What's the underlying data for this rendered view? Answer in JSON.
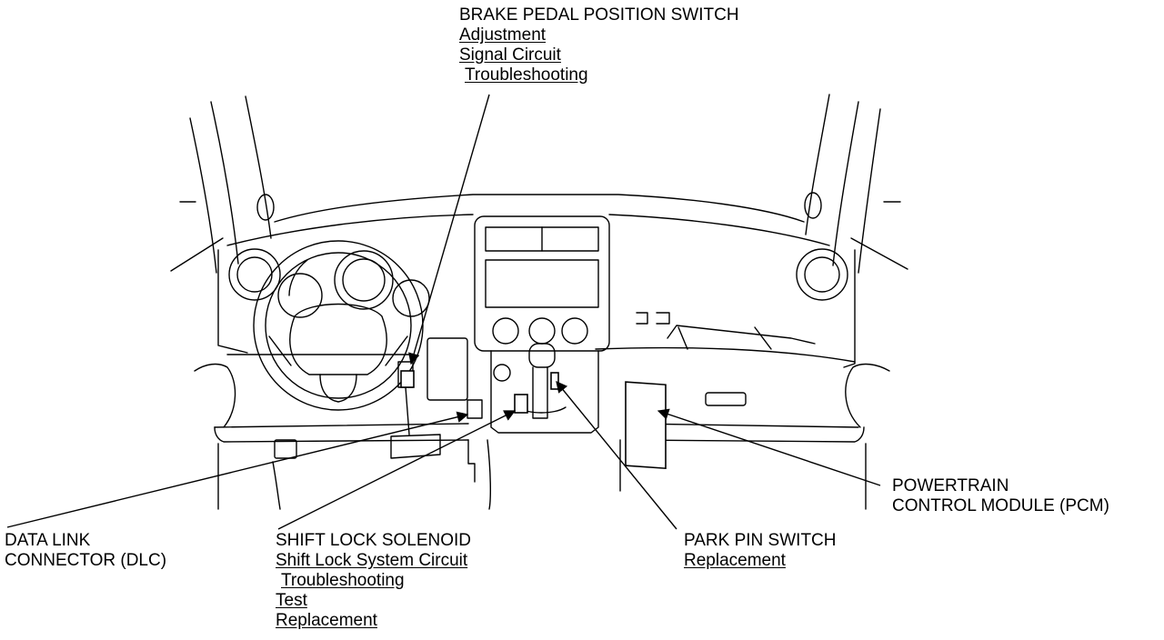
{
  "callouts": {
    "brake": {
      "title": "BRAKE PEDAL POSITION SWITCH",
      "links": [
        "Adjustment",
        "Signal Circuit",
        "Troubleshooting"
      ]
    },
    "dlc": {
      "title_line1": "DATA LINK",
      "title_line2": "CONNECTOR (DLC)"
    },
    "shift_lock": {
      "title": "SHIFT LOCK SOLENOID",
      "links": [
        "Shift Lock System Circuit",
        "Troubleshooting",
        "Test",
        "Replacement"
      ]
    },
    "park_pin": {
      "title": "PARK PIN SWITCH",
      "links": [
        "Replacement"
      ]
    },
    "pcm": {
      "title_line1": "POWERTRAIN",
      "title_line2": "CONTROL MODULE (PCM)"
    }
  }
}
